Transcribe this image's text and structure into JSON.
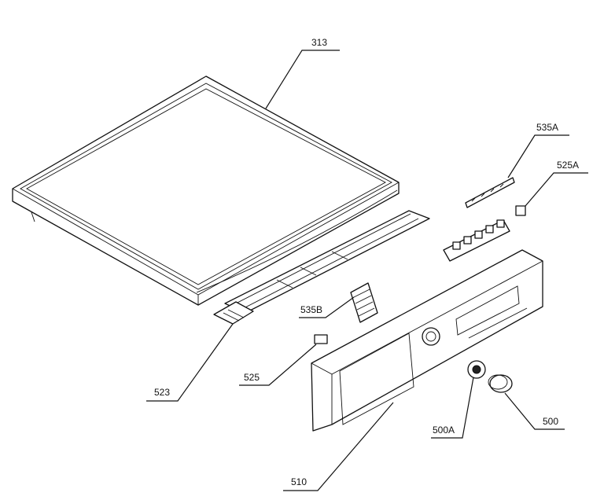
{
  "callouts": [
    {
      "id": "313",
      "text": "313"
    },
    {
      "id": "535A",
      "text": "535A"
    },
    {
      "id": "525A",
      "text": "525A"
    },
    {
      "id": "535B",
      "text": "535B"
    },
    {
      "id": "525",
      "text": "525"
    },
    {
      "id": "523",
      "text": "523"
    },
    {
      "id": "510",
      "text": "510"
    },
    {
      "id": "500A",
      "text": "500A"
    },
    {
      "id": "500",
      "text": "500"
    }
  ]
}
